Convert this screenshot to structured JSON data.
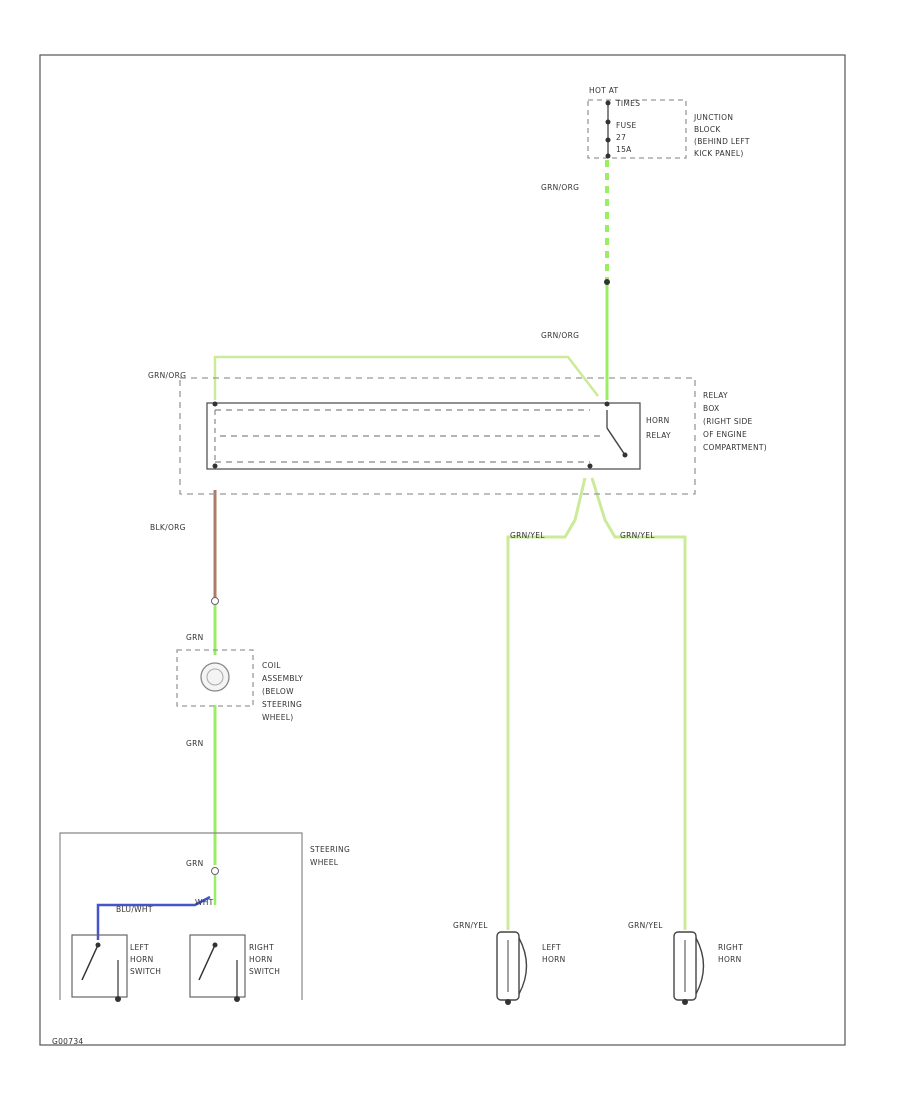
{
  "power_source": {
    "line1": "HOT AT",
    "line2": "TIMES",
    "fuse_line1": "FUSE",
    "fuse_line2": "27",
    "fuse_line3": "15A"
  },
  "junction_block": {
    "line1": "JUNCTION",
    "line2": "BLOCK",
    "line3": "(BEHIND LEFT",
    "line4": "KICK PANEL)"
  },
  "relay_box": {
    "line1": "RELAY",
    "line2": "BOX",
    "line3": "(RIGHT SIDE",
    "line4": "OF ENGINE",
    "line5": "COMPARTMENT)"
  },
  "horn_relay": {
    "line1": "HORN",
    "line2": "RELAY"
  },
  "coil_assembly": {
    "line1": "COIL",
    "line2": "ASSEMBLY",
    "line3": "(BELOW",
    "line4": "STEERING",
    "line5": "WHEEL)"
  },
  "steering_wheel": {
    "line1": "STEERING",
    "line2": "WHEEL"
  },
  "left_horn_switch": {
    "line1": "LEFT",
    "line2": "HORN",
    "line3": "SWITCH"
  },
  "right_horn_switch": {
    "line1": "RIGHT",
    "line2": "HORN",
    "line3": "SWITCH"
  },
  "left_horn": {
    "line1": "LEFT",
    "line2": "HORN"
  },
  "right_horn": {
    "line1": "RIGHT",
    "line2": "HORN"
  },
  "wires": {
    "grn_org_top": "GRN/ORG",
    "grn_org_mid": "GRN/ORG",
    "grn_org_left": "GRN/ORG",
    "blk_org": "BLK/ORG",
    "grn_1": "GRN",
    "grn_2": "GRN",
    "grn_3": "GRN",
    "grn_yel_left": "GRN/YEL",
    "grn_yel_right": "GRN/YEL",
    "grn_yel_lh": "GRN/YEL",
    "grn_yel_rh": "GRN/YEL",
    "blu_wht": "BLU/WHT",
    "wht": "WHT"
  },
  "colors": {
    "green_wire": "#99ee66",
    "brown_wire": "#b07a68",
    "blue_wire": "#4455cc",
    "frame": "#555555",
    "dashed": "#999999"
  },
  "footer": "G00734"
}
